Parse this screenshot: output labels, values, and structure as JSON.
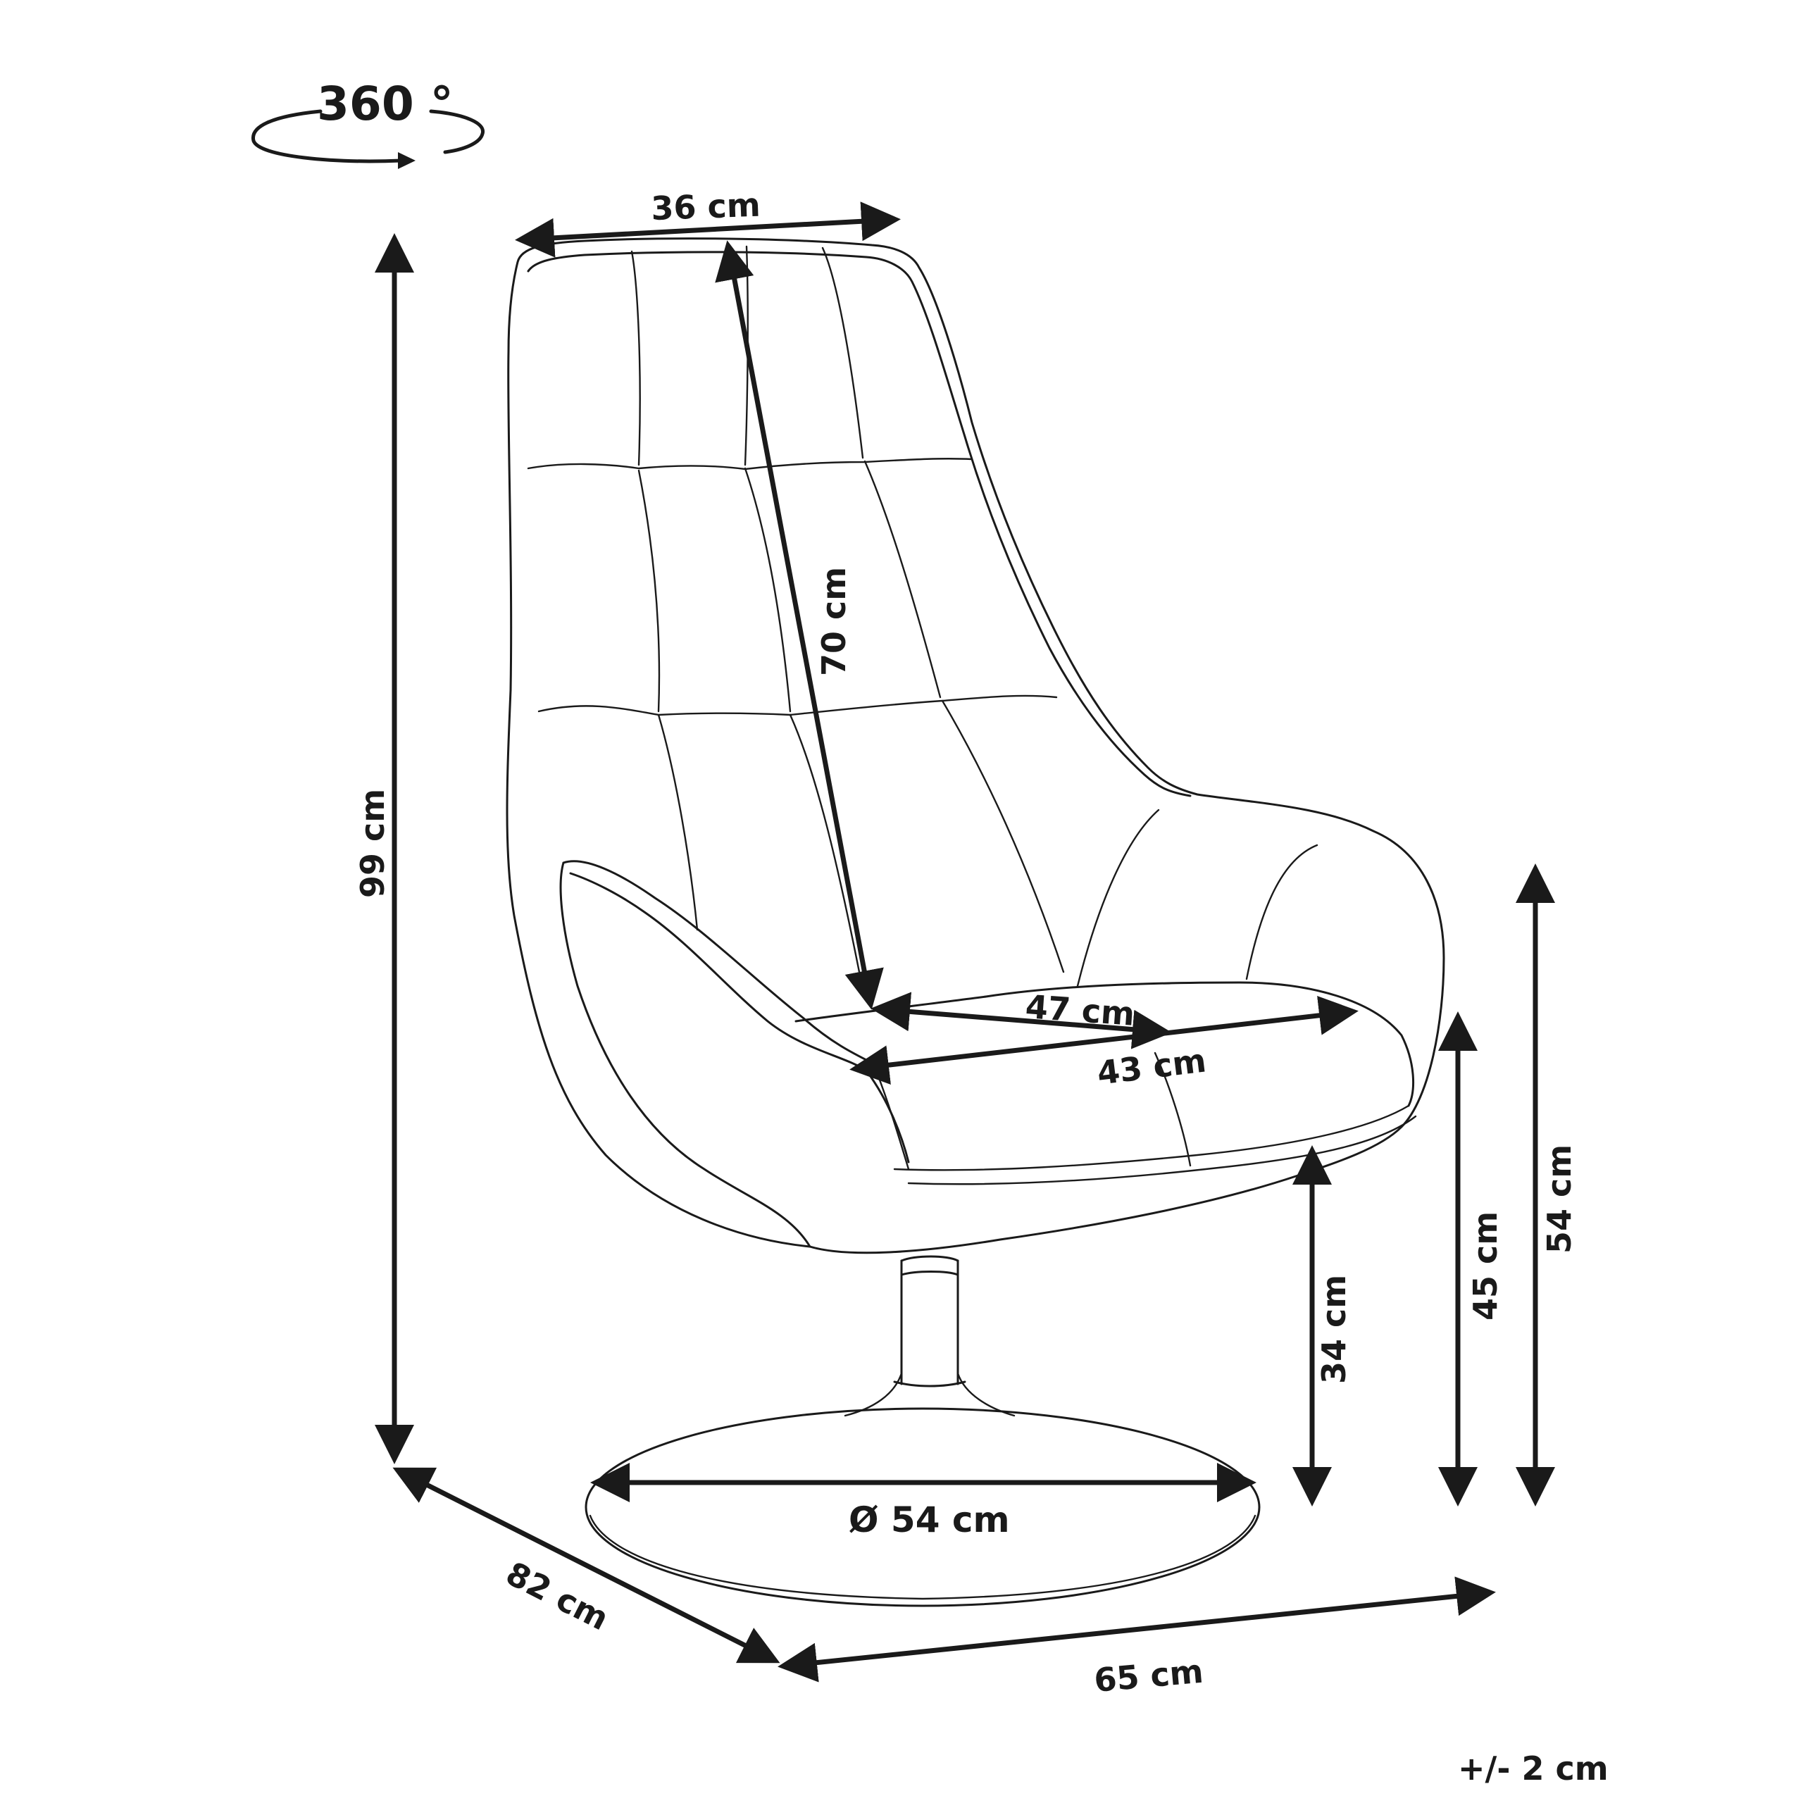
{
  "rotation": {
    "label": "360 °"
  },
  "dimensions": {
    "top_width": "36 cm",
    "back_height": "70 cm",
    "total_height": "99 cm",
    "seat_width": "47 cm",
    "seat_depth": "43 cm",
    "armrest_height": "54 cm",
    "seat_height": "45 cm",
    "leg_height": "34 cm",
    "base_diameter": "Ø 54 cm",
    "depth": "82 cm",
    "width": "65 cm"
  },
  "tolerance": "+/- 2 cm"
}
